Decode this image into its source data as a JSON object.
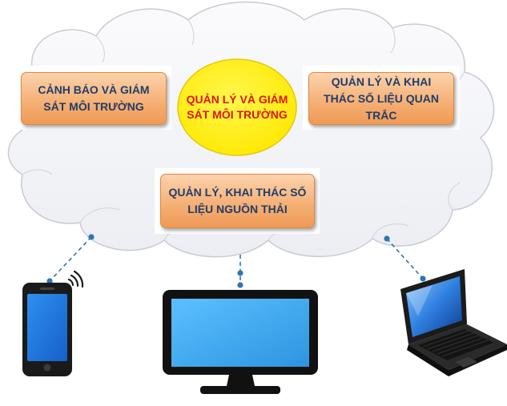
{
  "diagram": {
    "center_label": "QUẢN LÝ VÀ GIÁM SÁT MÔI TRƯỜNG",
    "left_box_label": "CẢNH BÁO VÀ GIÁM SÁT MÔI TRƯỜNG",
    "right_box_label": "QUẢN LÝ VÀ KHAI THÁC SỐ LIỆU QUAN TRẮC",
    "bottom_box_label": "QUẢN LÝ, KHAI THÁC SỐ LIỆU NGUỒN THẢI"
  },
  "colors": {
    "cloud_fill": "#f7f7fa",
    "cloud_stroke": "#c9cbd3",
    "center_fill": "#fff200",
    "center_text": "#e0141c",
    "box_text": "#1f3d6b",
    "link_line": "#2e75b6",
    "screen_blue": "#3aa8f0"
  },
  "icons": [
    "smartphone-icon",
    "monitor-icon",
    "laptop-icon",
    "wifi-signal-icon"
  ]
}
